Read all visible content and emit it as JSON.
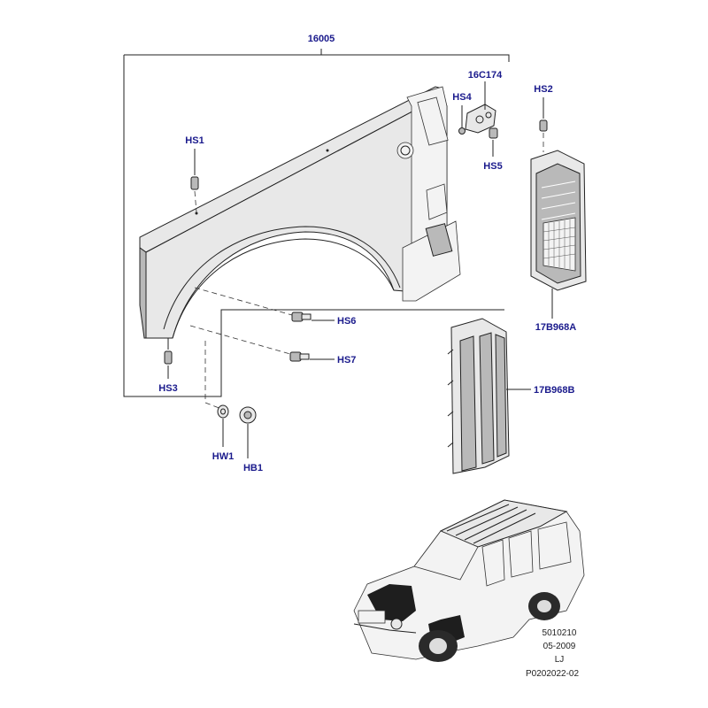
{
  "callouts": {
    "p16005": "16005",
    "p16C174": "16C174",
    "hs4": "HS4",
    "hs5": "HS5",
    "hs2": "HS2",
    "hs1": "HS1",
    "hs6": "HS6",
    "hs7": "HS7",
    "hs3": "HS3",
    "p17B968A": "17B968A",
    "p17B968B": "17B968B",
    "hw1": "HW1",
    "hb1": "HB1"
  },
  "meta": {
    "code1": "5010210",
    "date": "05-2009",
    "initials": "LJ",
    "ref": "P0202022-02"
  },
  "colors": {
    "callout": "#1a1a8c",
    "line": "#222222"
  }
}
